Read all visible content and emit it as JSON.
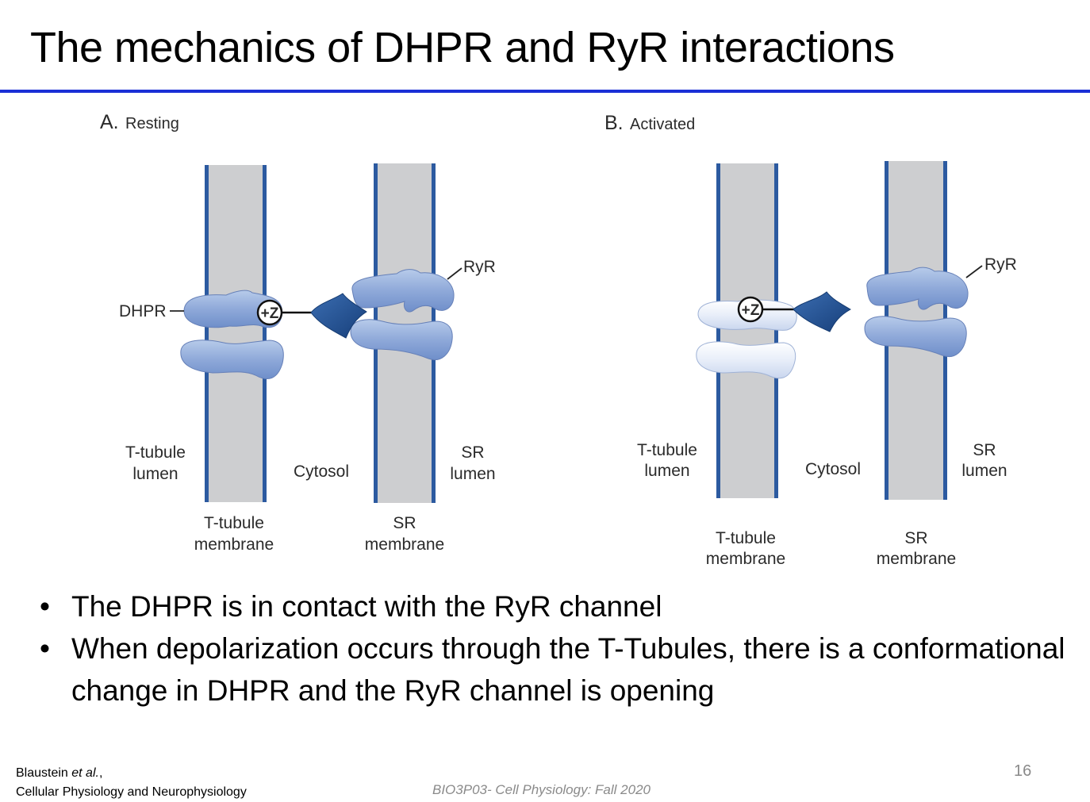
{
  "slide": {
    "title": "The mechanics of DHPR and RyR interactions",
    "accent_color": "#1a2fd6",
    "page_number": "16"
  },
  "figure": {
    "panel_a": {
      "letter": "A.",
      "caption": "Resting",
      "labels": {
        "dhpr": "DHPR",
        "ryr": "RyR",
        "charge": "+Z",
        "ttubule_lumen": [
          "T-tubule",
          "lumen"
        ],
        "cytosol": "Cytosol",
        "sr_lumen": [
          "SR",
          "lumen"
        ],
        "ttubule_membrane": [
          "T-tubule",
          "membrane"
        ],
        "sr_membrane": [
          "SR",
          "membrane"
        ]
      }
    },
    "panel_b": {
      "letter": "B.",
      "caption": "Activated",
      "labels": {
        "ryr": "RyR",
        "charge": "+Z",
        "ttubule_lumen": [
          "T-tubule",
          "lumen"
        ],
        "cytosol": "Cytosol",
        "sr_lumen": [
          "SR",
          "lumen"
        ],
        "ttubule_membrane": [
          "T-tubule",
          "membrane"
        ],
        "sr_membrane": [
          "SR",
          "membrane"
        ]
      }
    },
    "colors": {
      "membrane_line": "#2c5aa0",
      "lumen_fill": "#cdced0",
      "dhpr_resting": "#8da9d7",
      "dhpr_activated": "#e6eefa",
      "ryr": "#8da9d7",
      "foot": "#1d4f8f"
    }
  },
  "bullets": [
    "The DHPR is in contact with the RyR channel",
    "When depolarization occurs through the T-Tubules, there is a conformational change in DHPR and the RyR channel is opening"
  ],
  "footer": {
    "citation_author": "Blaustein ",
    "citation_etal": "et al.",
    "citation_comma": ",",
    "citation_book": "Cellular Physiology and Neurophysiology",
    "course": "BIO3P03- Cell Physiology: Fall 2020"
  }
}
